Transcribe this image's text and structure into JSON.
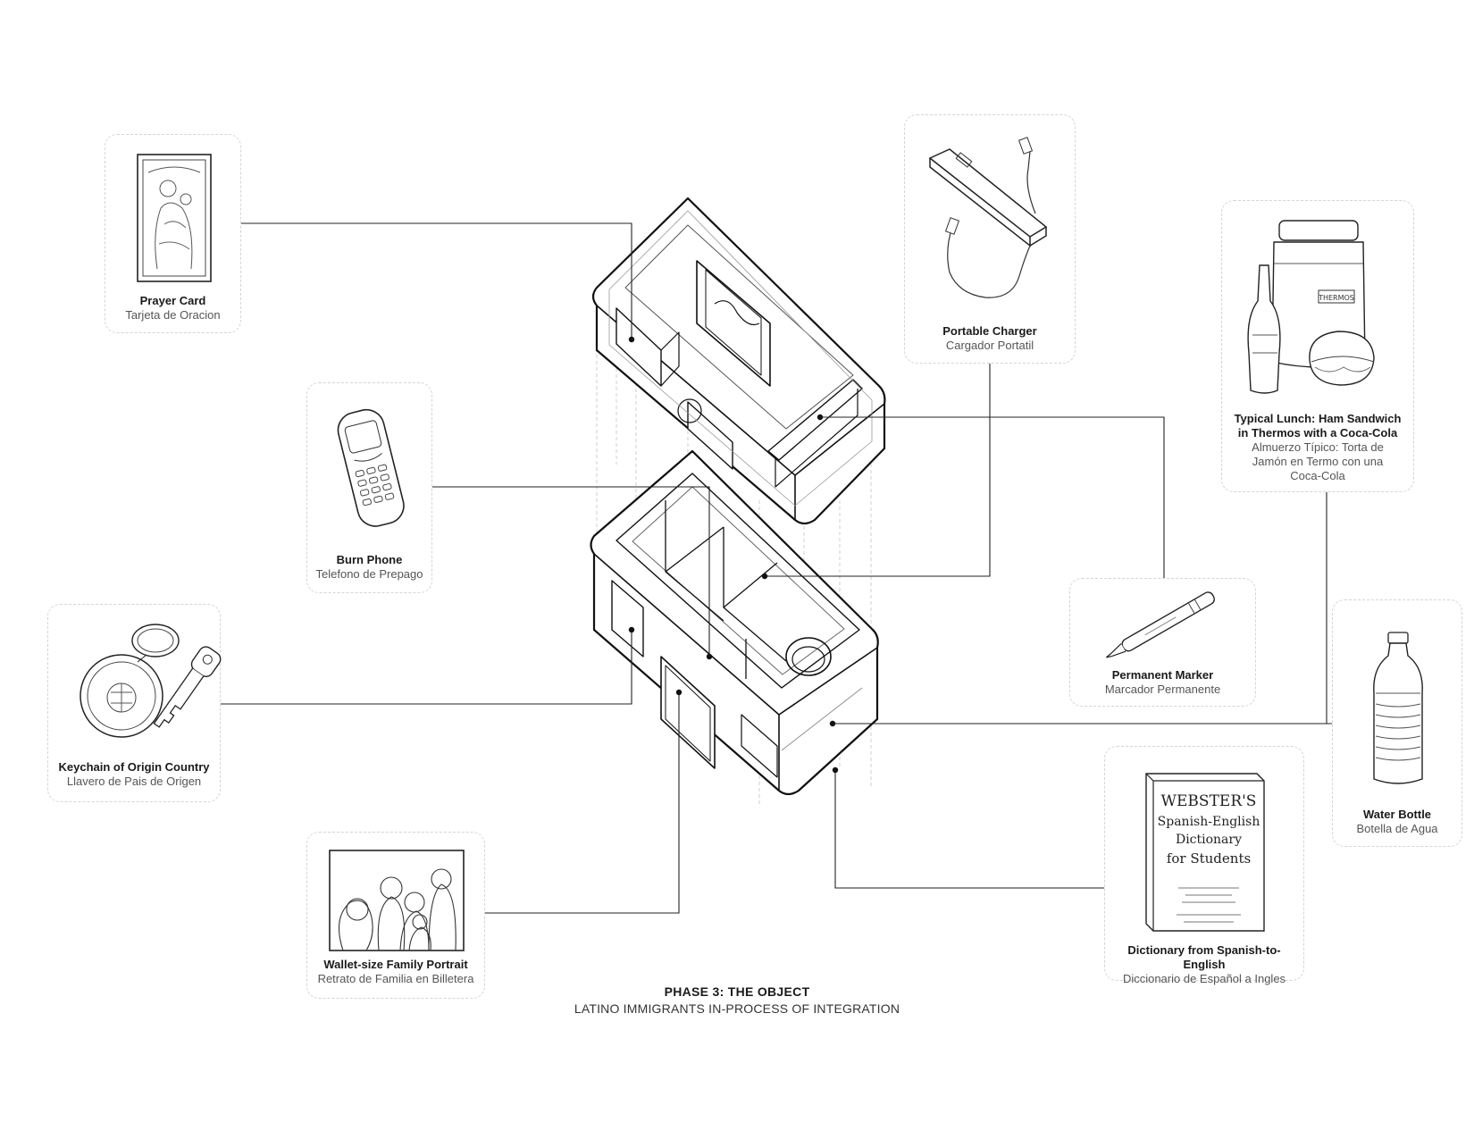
{
  "caption": {
    "title": "PHASE 3: THE OBJECT",
    "subtitle": "LATINO IMMIGRANTS IN-PROCESS OF INTEGRATION"
  },
  "items": {
    "prayer_card": {
      "en": "Prayer Card",
      "es": "Tarjeta de Oracion",
      "icon": "prayer-card-icon"
    },
    "burn_phone": {
      "en": "Burn Phone",
      "es": "Telefono de Prepago",
      "icon": "phone-icon"
    },
    "keychain": {
      "en": "Keychain of Origin Country",
      "es": "Llavero de Pais de Origen",
      "icon": "keychain-icon"
    },
    "family_portrait": {
      "en": "Wallet-size Family Portrait",
      "es": "Retrato de Familia en Billetera",
      "icon": "portrait-icon"
    },
    "portable_charger": {
      "en": "Portable Charger",
      "es": "Cargador Portatil",
      "icon": "charger-icon"
    },
    "lunch": {
      "en_1": "Typical Lunch: Ham Sandwich",
      "en_2": "in Thermos with a Coca-Cola",
      "es_1": "Almuerzo Típico: Torta de",
      "es_2": "Jamón en Termo con una",
      "es_3": "Coca-Cola",
      "icon": "lunch-icon",
      "thermos_label": "THERMOS"
    },
    "permanent_marker": {
      "en": "Permanent Marker",
      "es": "Marcador Permanente",
      "icon": "marker-icon"
    },
    "water_bottle": {
      "en": "Water Bottle",
      "es": "Botella de Agua",
      "icon": "water-bottle-icon"
    },
    "dictionary": {
      "en": "Dictionary from Spanish-to-English",
      "es": "Diccionario de Español a Ingles",
      "icon": "dictionary-icon",
      "cover_1": "WEBSTER'S",
      "cover_2": "Spanish-English",
      "cover_3": "Dictionary",
      "cover_4": "for Students"
    }
  }
}
